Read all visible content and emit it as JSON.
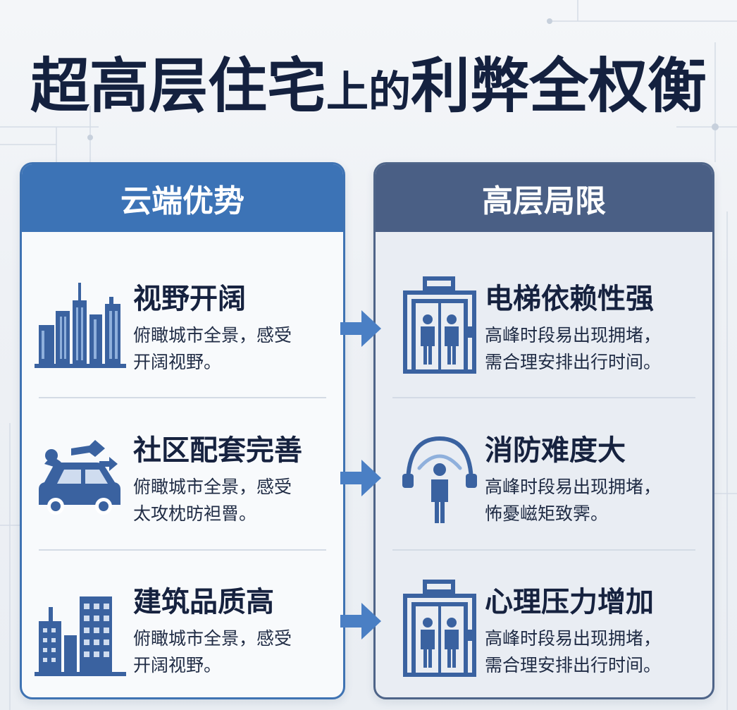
{
  "title": {
    "part1": "超高层住宅",
    "part2": "上的",
    "part3": "利弊全权衡"
  },
  "colors": {
    "left_accent": "#3c73b6",
    "right_accent": "#4a5f85",
    "icon_blue": "#3a62a0",
    "arrow_blue": "#4a7fc4"
  },
  "left_panel": {
    "header": "云端优势",
    "items": [
      {
        "heading": "视野开阔",
        "desc_line1": "俯瞰城市全景，感受",
        "desc_line2": "开阔视野。",
        "icon": "city-skyline-icon"
      },
      {
        "heading": "社区配套完善",
        "desc_line1": "俯瞰城市全景，感受",
        "desc_line2": "太攻枕昉袒罾。",
        "icon": "car-delivery-icon"
      },
      {
        "heading": "建筑品质高",
        "desc_line1": "俯瞰城市全景，感受",
        "desc_line2": "开阔视野。",
        "icon": "buildings-icon"
      }
    ]
  },
  "right_panel": {
    "header": "高层局限",
    "items": [
      {
        "heading": "电梯依赖性强",
        "desc_line1": "高峰时段易出现拥堵，",
        "desc_line2": "需合理安排出行时间。",
        "icon": "elevator-icon"
      },
      {
        "heading": "消防难度大",
        "desc_line1": "高峰时段易出现拥堵，",
        "desc_line2": "怖憂嵫矩致霁。",
        "icon": "person-signal-icon"
      },
      {
        "heading": "心理压力增加",
        "desc_line1": "高峰时段易出现拥堵，",
        "desc_line2": "需合理安排出行时间。",
        "icon": "elevator-icon"
      }
    ]
  }
}
